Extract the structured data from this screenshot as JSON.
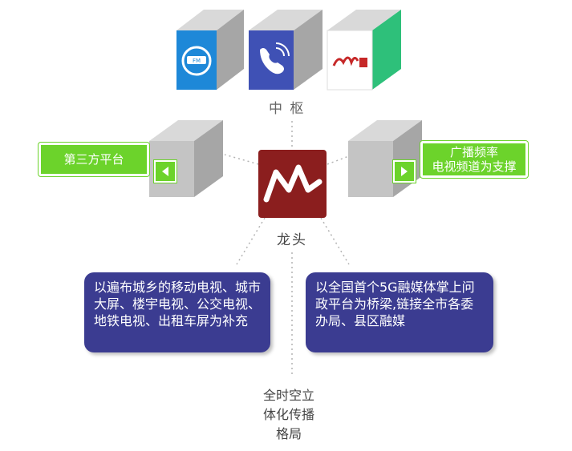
{
  "hub": {
    "label": "中 枢"
  },
  "center": {
    "label": "龙头"
  },
  "left_platform": {
    "label": "第三方平台"
  },
  "right_broadcast": {
    "label_line1": "广播频率",
    "label_line2": "电视频道为支撑"
  },
  "left_blue": {
    "text": "以遍布城乡的移动电视、城市大屏、楼宇电视、公交电视、地铁电视、出租车屏为补充"
  },
  "right_blue": {
    "text": "以全国首个5G融媒体掌上问政平台为桥梁,链接全市各委办局、县区融媒"
  },
  "bottom": {
    "line1": "全时空立",
    "line2": "体化传播",
    "line3": "格局"
  },
  "colors": {
    "green": "#6cd32b",
    "navy": "#3b3c91",
    "logo_red": "#8b1e1e",
    "cube_top": "#d9d9d9",
    "cube_side": "#a6a6a6",
    "cube_front": "#c4c4c4"
  }
}
